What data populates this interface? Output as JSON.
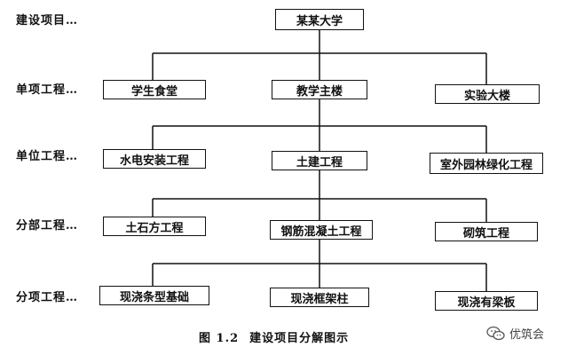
{
  "levels": {
    "project": "建设项目…",
    "single": "单项工程…",
    "unit": "单位工程…",
    "division": "分部工程…",
    "subitem": "分项工程…"
  },
  "nodes": {
    "root": "某某大学",
    "single": [
      "学生食堂",
      "教学主楼",
      "实验大楼"
    ],
    "unit": [
      "水电安装工程",
      "土建工程",
      "室外园林绿化工程"
    ],
    "division": [
      "土石方工程",
      "钢筋混凝土工程",
      "砌筑工程"
    ],
    "subitem": [
      "现浇条型基础",
      "现浇框架柱",
      "现浇有梁板"
    ]
  },
  "caption": {
    "figure_number": "图 1.2",
    "title": "建设项目分解图示"
  },
  "watermark": {
    "text": "优筑会",
    "icon": "wechat-icon"
  }
}
